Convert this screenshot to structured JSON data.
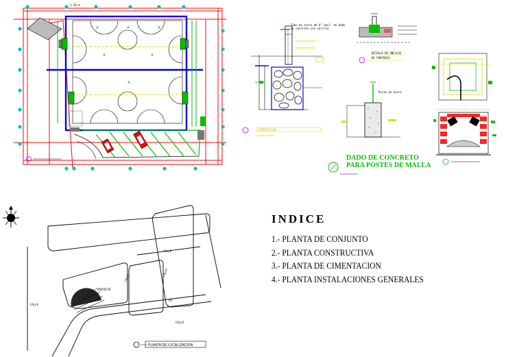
{
  "indice": {
    "title": "INDICE",
    "items": [
      "1.- PLANTA DE CONJUNTO",
      "2.- PLANTA CONSTRUCTIVA",
      "3.- PLANTA DE CIMENTACION",
      "4.- PLANTA INSTALACIONES GENERALES"
    ]
  },
  "labels": {
    "sheet_dim": "3.20 m",
    "caption_cimentacion": "CIMENTACION",
    "detalle_anclaje": "DETALLE DE ANCLAJE",
    "detalle_anclaje_2": "DE PORTERIA",
    "dado_title_1": "DADO DE CONCRETO",
    "dado_title_2": "PARA POSTES DE MALLA",
    "nota_top": "Tubo de acero de 6\" ancl. en dado",
    "nota_top_2": "de concreto con varilla",
    "poste_note": "Poste de Acero",
    "localizacion": "PLANTA DE LOCALIZACION",
    "street_1": "CALLE",
    "street_2": "AV.",
    "street_3": "CALLE",
    "street_4": "CALLE",
    "street_5": "CALLE",
    "street_6": "CALLE",
    "proyecto": "PROYECTO"
  },
  "colors": {
    "wall_blue": "#0000ff",
    "grid_red": "#ff0000",
    "court_green": "#00c000",
    "axis_cyan": "#00c0c0",
    "mark_yellow": "#e0e000",
    "line_black": "#000000"
  }
}
